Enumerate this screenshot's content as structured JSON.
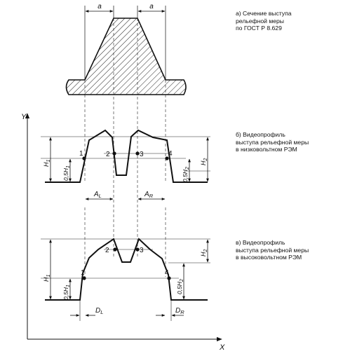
{
  "captions": {
    "a": [
      "а) Сечение выступа",
      "рельефной меры",
      "по ГОСТ Р 8.629"
    ],
    "b": [
      "б) Видеопрофиль",
      "выступа рельефной меры",
      "в низковольтном РЭМ"
    ],
    "c": [
      "в) Видеопрофиль",
      "выступа рельефной меры",
      "в высоковольтном РЭМ"
    ]
  },
  "labels": {
    "dim_a": "a",
    "axis_y": "Y",
    "axis_x": "X",
    "p1": "1",
    "p2": "2",
    "p3": "3",
    "p4": "4",
    "h1": "H",
    "h1_sub": "1",
    "h2": "H",
    "h2_sub": "2",
    "half_h1_pre": "0,5H",
    "half_h1_sub": "1",
    "half_h2_pre": "0,5H",
    "half_h2_sub": "2",
    "al": "A",
    "al_sub": "L",
    "ar": "A",
    "ar_sub": "R",
    "dl": "D",
    "dl_sub": "L",
    "dr": "D",
    "dr_sub": "R"
  }
}
